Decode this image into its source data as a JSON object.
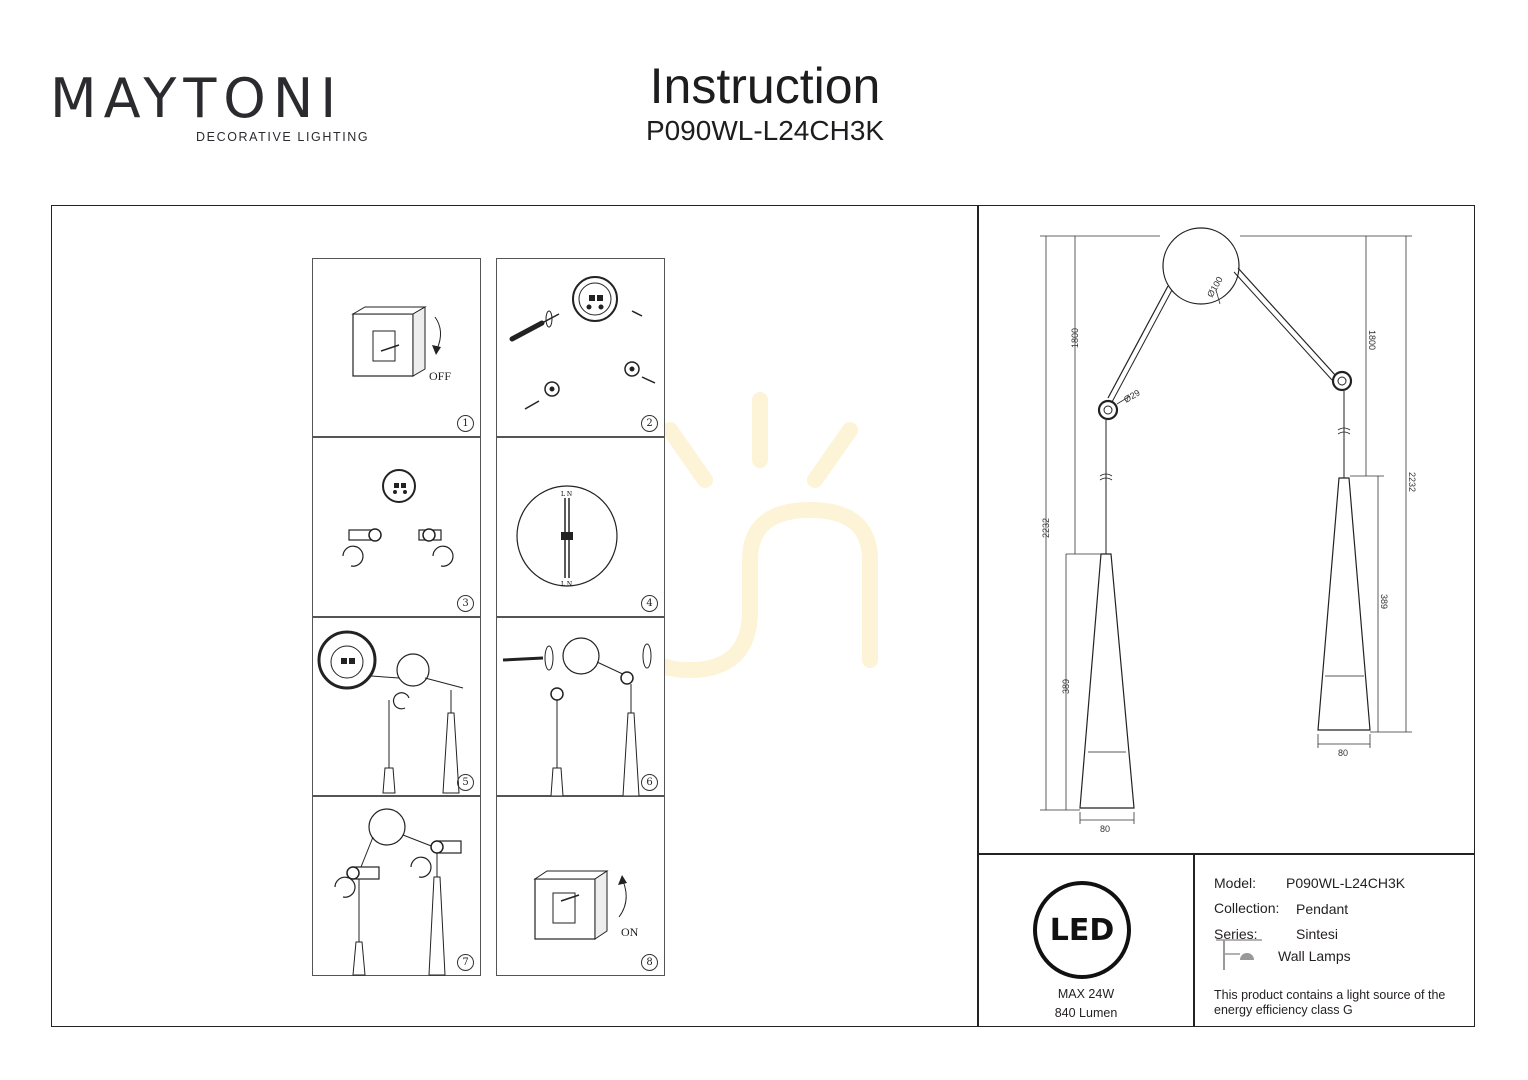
{
  "brand": {
    "name": "MAYTONI",
    "tagline": "DECORATIVE LIGHTING"
  },
  "header": {
    "title": "Instruction",
    "model": "P090WL-L24CH3K"
  },
  "steps": [
    {
      "number": "1",
      "word": "OFF"
    },
    {
      "number": "2"
    },
    {
      "number": "3"
    },
    {
      "number": "4"
    },
    {
      "number": "5"
    },
    {
      "number": "6"
    },
    {
      "number": "7"
    },
    {
      "number": "8",
      "word": "ON"
    }
  ],
  "dimensions": {
    "ball_diameter": "Ø100",
    "joint_diameter": "Ø29",
    "left_arm": "1800",
    "right_arm": "1800",
    "left_total": "2232",
    "right_total": "2232",
    "left_shade_height": "389",
    "right_shade_height": "389",
    "left_shade_width": "80",
    "right_shade_width": "80"
  },
  "led": {
    "icon_label": "LED",
    "power": "MAX 24W",
    "lumen": "840 Lumen"
  },
  "specs": {
    "model_label": "Model:",
    "model_value": "P090WL-L24CH3K",
    "collection_label": "Collection:",
    "collection_value": "Pendant",
    "series_label": "Series:",
    "series_value": "Sintesi",
    "type_value": "Wall Lamps",
    "energy_note": "This product contains a light source of the energy efficiency class G"
  },
  "colors": {
    "logo_accent": "#3a1d3a",
    "text": "#231f20",
    "watermark": "#fdf3d6"
  }
}
